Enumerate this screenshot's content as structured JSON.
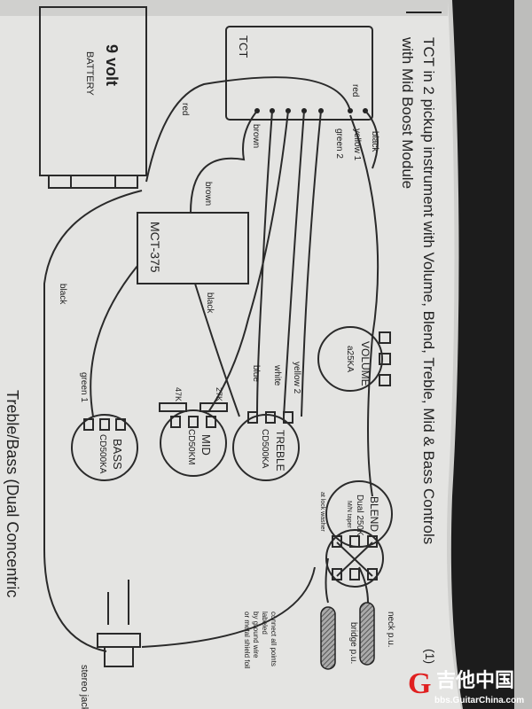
{
  "title": {
    "line1": "TCT in 2 pickup instrument with Volume, Blend, Treble, Mid & Bass Controls",
    "line2": "with Mid Boost Module",
    "page_mark": "(1)"
  },
  "bottom_heading": "Treble/Bass (Dual Concentric",
  "battery": {
    "voltage": "9 volt",
    "label": "BATTERY"
  },
  "modules": {
    "tct": "TCT",
    "mct": "MCT-375"
  },
  "wires": {
    "red_battery": "red",
    "red_tct": "red",
    "black_tct": "black",
    "yellow1": "yellow 1",
    "green2": "green 2",
    "brown1": "brown",
    "brown2": "brown",
    "black_mct": "black",
    "black_battery": "black",
    "blue": "blue",
    "white": "white",
    "yellow2": "yellow 2",
    "green1": "green 1"
  },
  "pots": {
    "volume": {
      "name": "VOLUME",
      "value": "a25KA"
    },
    "treble": {
      "name": "TREBLE",
      "value": "CD500KA"
    },
    "mid": {
      "name": "MID",
      "value": "CD50KM"
    },
    "bass": {
      "name": "BASS",
      "value": "CD500KA"
    },
    "blend": {
      "name": "BLEND",
      "value": "Dual 250K",
      "taper": "M/N taper",
      "note": "at lock washer"
    }
  },
  "resistors": {
    "r1": "47K",
    "r2": "27K"
  },
  "pickups": {
    "neck": "neck p.u.",
    "bridge": "bridge p.u."
  },
  "jack": "stereo jack",
  "ground_note": [
    "connect all points",
    "labeled",
    "by ground wire",
    "or metal shield foil"
  ],
  "watermark": {
    "brand": "吉他中国",
    "url": "bbs.GuitarChina.com",
    "color": "#e02020"
  },
  "colors": {
    "paper": "#e6e6e4",
    "ink": "#2a2a2a",
    "frame": "#1c1c1c"
  }
}
